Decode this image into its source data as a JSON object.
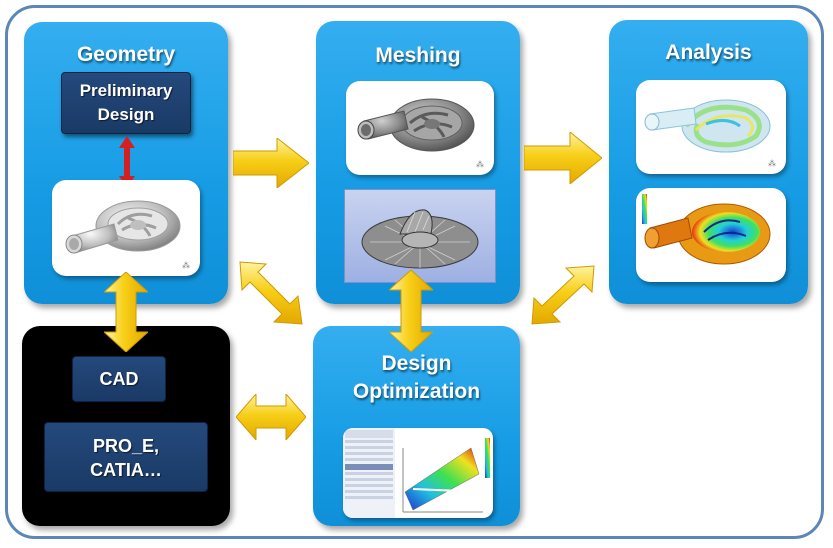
{
  "panels": {
    "geometry": {
      "title": "Geometry",
      "sub_box_line1": "Preliminary",
      "sub_box_line2": "Design"
    },
    "meshing": {
      "title": "Meshing"
    },
    "analysis": {
      "title": "Analysis"
    },
    "optimization": {
      "title_line1": "Design",
      "title_line2": "Optimization"
    },
    "cad": {
      "label": "CAD",
      "tools_line1": "PRO_E,",
      "tools_line2": "CATIA…"
    }
  },
  "colors": {
    "panel_blue": "#169ce4",
    "dark_box": "#1a3a66",
    "arrow_yellow": "#f5c400",
    "link_red": "#d42020",
    "frame_border": "#5b86b8"
  },
  "icons": {
    "flow_arrows": "yellow-arrow-icon",
    "bidirectional": "double-arrow-icon",
    "link": "red-double-arrow-icon"
  }
}
